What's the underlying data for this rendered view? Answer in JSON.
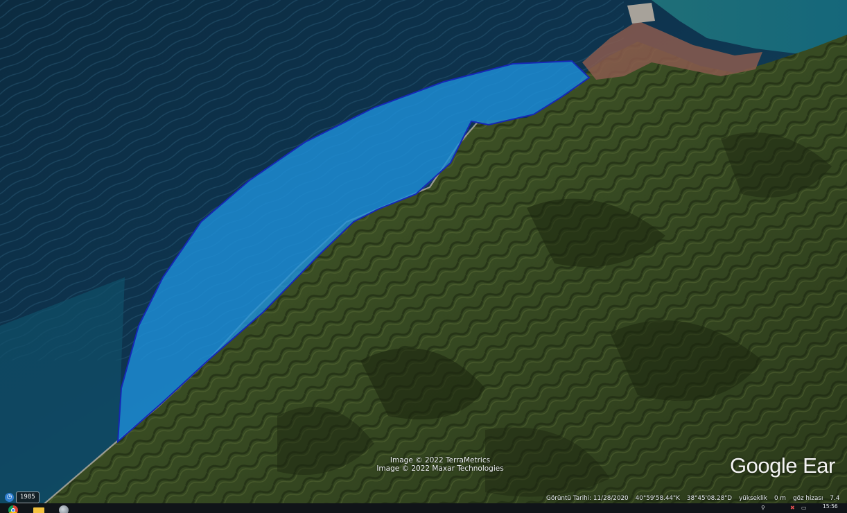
{
  "map": {
    "type": "satellite-view",
    "features": [
      {
        "kind": "drawn-polygon",
        "fill": "#1d8fd8",
        "stroke": "#1628b4"
      }
    ],
    "colors": {
      "sea_deep": "#0c2a3e",
      "sea_shallow": "#146e7c",
      "land_forest": "#33471f",
      "urban": "#8a5b4e"
    }
  },
  "attribution": {
    "line1": "Image © 2022 TerraMetrics",
    "line2": "Image © 2022 Maxar Technologies"
  },
  "logo": {
    "text": "Google Ear"
  },
  "history": {
    "icon": "historical-imagery-icon",
    "year": "1985"
  },
  "statusbar": {
    "date": "Görüntü Tarihi: 11/28/2020",
    "lat": "40°59'58.44\"K",
    "lon": "38°45'08.28\"D",
    "elev_label": "yükseklik",
    "elev_value": "0 m",
    "eye_label": "göz hizası",
    "eye_value": "7.4"
  },
  "taskbar": {
    "apps": [
      "chrome-icon",
      "folder-icon",
      "google-earth-icon"
    ],
    "time": "15:56"
  }
}
